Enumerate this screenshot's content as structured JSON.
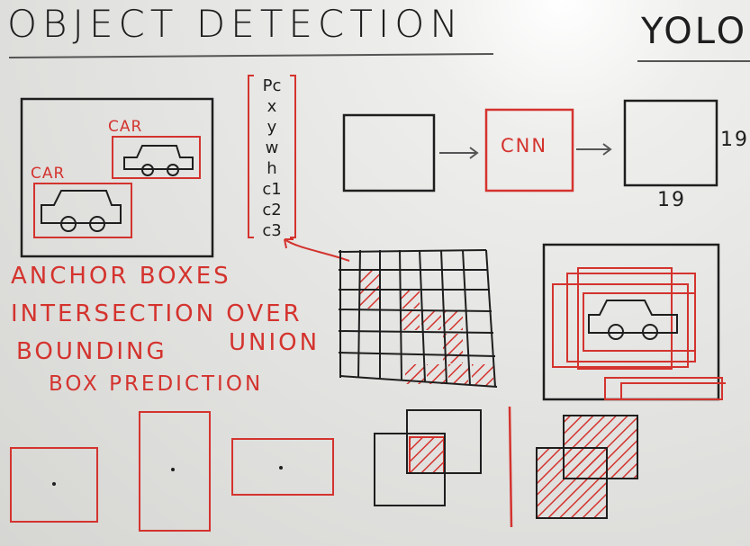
{
  "board": {
    "title": "OBJECT DETECTION",
    "subtitle": "YOLO",
    "car_labels": [
      "CAR",
      "CAR"
    ],
    "output_vector": [
      "Pc",
      "x",
      "y",
      "w",
      "h",
      "c1",
      "c2",
      "c3"
    ],
    "network_label": "CNN",
    "grid_size_labels": [
      "19",
      "19"
    ],
    "topics": [
      "ANCHOR BOXES",
      "INTERSECTION OVER",
      "UNION",
      "BOUNDING",
      "BOX PREDICTION"
    ],
    "colors": {
      "marker_black": "#1e1e1e",
      "marker_red": "#d4332e",
      "board": "#e4e4e2"
    }
  }
}
